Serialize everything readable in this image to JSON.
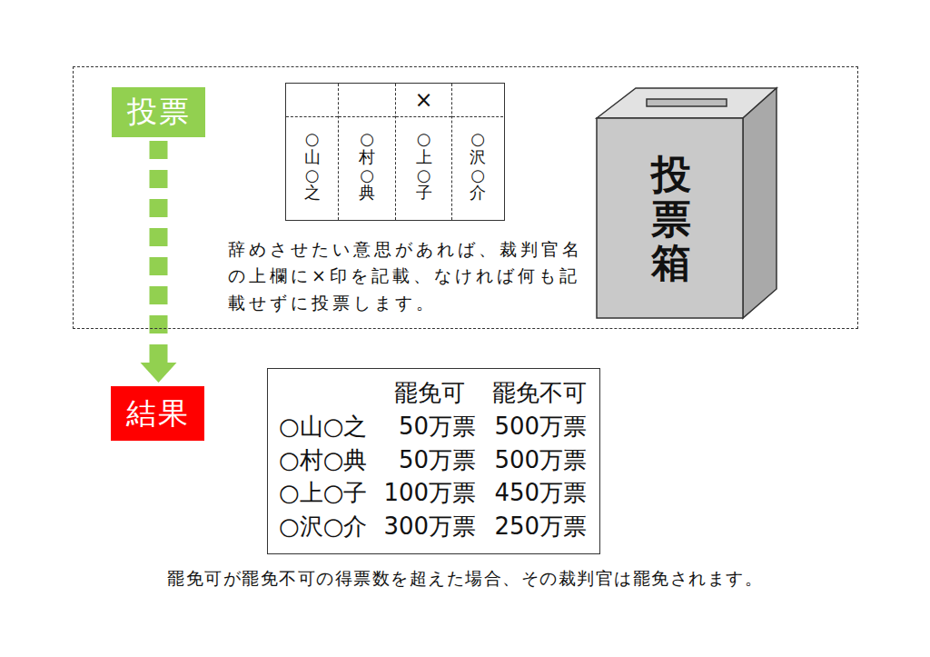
{
  "diagram": {
    "caption": "罷免可が罷免不可の得票数を超えた場合、その裁判官は罷免されます。",
    "nodes": [
      {
        "text": [
          "辞めさせたい意思があれば、裁判官名の上欄に×印を記載、なければ何も記載せずに投票します。"
        ]
      },
      {
        "text": [
          "投票"
        ],
        "in": 0
      },
      {
        "text": [
          "×",
          "○山○之",
          "○村○典",
          "○上○子",
          "○沢○介"
        ],
        "in": 0
      },
      {
        "text": [
          "投票箱"
        ],
        "in": 0
      },
      {
        "text": [
          "結果"
        ]
      },
      {
        "text": [
          "罷免可",
          "罷免不可",
          "○山○之",
          "50万票",
          "500万票",
          "○村○典",
          "50万票",
          "500万票",
          "○上○子",
          "100万票",
          "450万票",
          "○沢○介",
          "300万票",
          "250万票"
        ]
      }
    ],
    "edges": [
      {
        "from": 1,
        "to": 4,
        "arrow": "to"
      }
    ]
  }
}
